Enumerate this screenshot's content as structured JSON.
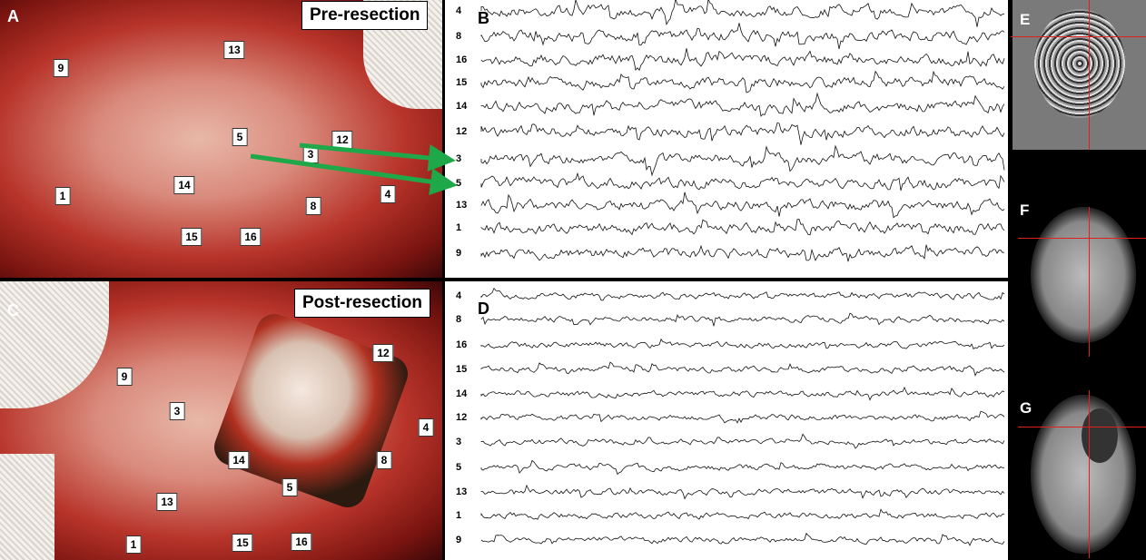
{
  "panels": {
    "A": {
      "letter": "A",
      "title": "Pre-resection",
      "electrodes": [
        "9",
        "13",
        "5",
        "12",
        "3",
        "14",
        "1",
        "4",
        "8",
        "15",
        "16"
      ]
    },
    "B": {
      "letter": "B",
      "channels": [
        "4",
        "8",
        "16",
        "15",
        "14",
        "12",
        "3",
        "5",
        "13",
        "1",
        "9"
      ]
    },
    "C": {
      "letter": "C",
      "title": "Post-resection",
      "electrodes": [
        "9",
        "12",
        "3",
        "4",
        "14",
        "8",
        "5",
        "13",
        "1",
        "15",
        "16"
      ]
    },
    "D": {
      "letter": "D",
      "channels": [
        "4",
        "8",
        "16",
        "15",
        "14",
        "12",
        "3",
        "5",
        "13",
        "1",
        "9"
      ]
    },
    "E": {
      "letter": "E"
    },
    "F": {
      "letter": "F"
    },
    "G": {
      "letter": "G"
    }
  },
  "colors": {
    "arrow": "#1fa84a",
    "crosshair": "#e02020"
  }
}
